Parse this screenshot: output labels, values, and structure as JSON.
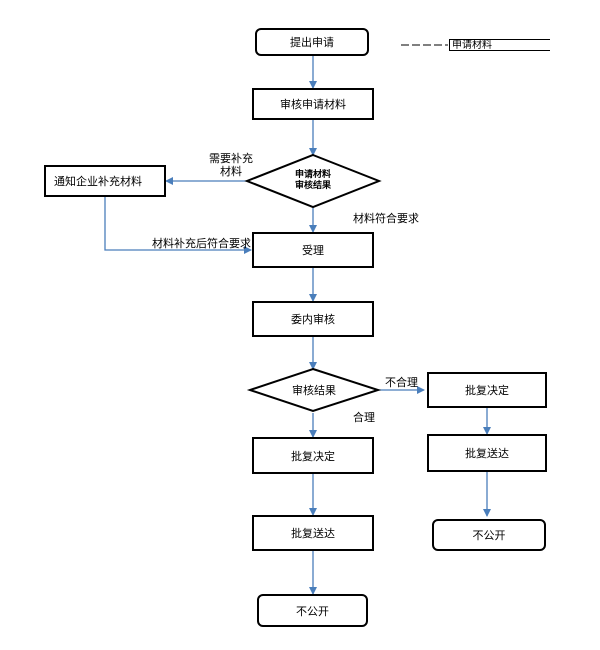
{
  "legend": {
    "label": "申请材料"
  },
  "nodes": {
    "submit": "提出申请",
    "review_material": "审核申请材料",
    "material_result_line1": "申请材料",
    "material_result_line2": "审核结果",
    "notify": "通知企业补充材料",
    "accept": "受理",
    "committee_review": "委内审核",
    "review_result": "审核结果",
    "decision_left": "批复决定",
    "deliver_left": "批复送达",
    "not_public_left": "不公开",
    "decision_right": "批复决定",
    "deliver_right": "批复送达",
    "not_public_right": "不公开"
  },
  "edge_labels": {
    "need_supplement_line1": "需要补充",
    "need_supplement_line2": "材料",
    "meets_requirement": "材料符合要求",
    "after_supplement": "材料补充后符合要求",
    "unreasonable": "不合理",
    "reasonable": "合理"
  },
  "colors": {
    "connector": "#4a7ebb",
    "border": "#000000"
  }
}
